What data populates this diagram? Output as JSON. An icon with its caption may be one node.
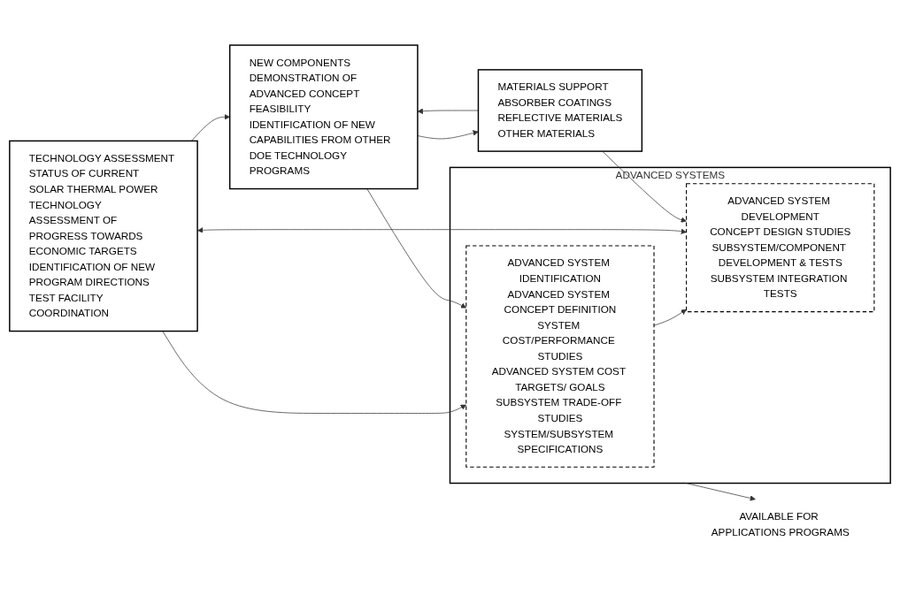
{
  "diagram": {
    "nodes": [
      {
        "text": [
          "TECHNOLOGY ASSESSMENT",
          "STATUS OF CURRENT SOLAR THERMAL POWER TECHNOLOGY",
          "ASSESSMENT OF PROGRESS TOWARDS ECONOMIC TARGETS",
          "IDENTIFICATION OF NEW PROGRAM DIRECTIONS",
          "TEST FACILITY COORDINATION"
        ]
      },
      {
        "text": [
          "NEW COMPONENTS",
          "DEMONSTRATION OF ADVANCED CONCEPT FEASIBILITY",
          "IDENTIFICATION OF NEW CAPABILITIES FROM OTHER DOE TECHNOLOGY PROGRAMS"
        ]
      },
      {
        "text": [
          "MATERIALS SUPPORT",
          "ABSORBER COATINGS",
          "REFLECTIVE MATERIALS",
          "OTHER MATERIALS"
        ]
      },
      {
        "text": [
          "ADVANCED SYSTEMS"
        ]
      },
      {
        "text": [
          "ADVANCED SYSTEM IDENTIFICATION",
          "ADVANCED SYSTEM CONCEPT DEFINITION",
          "SYSTEM COST/PERFORMANCE STUDIES",
          "ADVANCED SYSTEM COST TARGETS/ GOALS",
          "SUBSYSTEM TRADE-OFF STUDIES",
          "SYSTEM/SUBSYSTEM SPECIFICATIONS"
        ],
        "in": 3
      },
      {
        "text": [
          "ADVANCED SYSTEM DEVELOPMENT",
          "CONCEPT DESIGN STUDIES",
          "SUBSYSTEM/COMPONENT DEVELOPMENT & TESTS",
          "SUBSYSTEM INTEGRATION TESTS"
        ],
        "in": 3
      },
      {
        "text": [
          "AVAILABLE FOR APPLICATIONS PROGRAMS"
        ]
      }
    ],
    "edges": [
      {
        "from": 0,
        "to": 1,
        "arrow": "to"
      },
      {
        "from": 1,
        "to": 2,
        "arrow": "to"
      },
      {
        "from": 2,
        "to": 1,
        "arrow": "to"
      },
      {
        "from": 0,
        "to": 4,
        "arrow": "to"
      },
      {
        "from": 1,
        "to": 4,
        "arrow": "to"
      },
      {
        "from": 4,
        "to": 5,
        "arrow": "to"
      },
      {
        "from": 0,
        "to": 5,
        "arrow": "both"
      },
      {
        "from": 2,
        "to": 5,
        "arrow": "to"
      },
      {
        "from": 3,
        "to": 6,
        "arrow": "to"
      }
    ]
  }
}
